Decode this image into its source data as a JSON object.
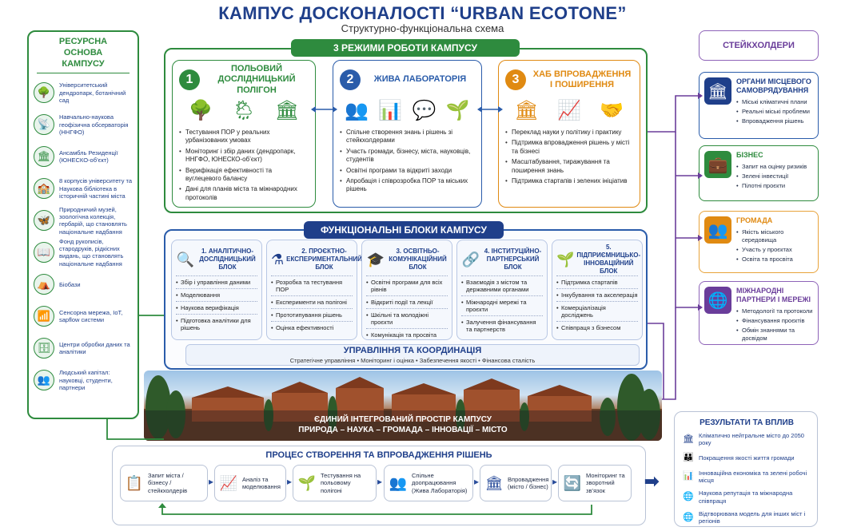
{
  "title": "КАМПУС ДОСКОНАЛОСТІ “URBAN ECOTONE”",
  "subtitle": "Структурно-функціональна схема",
  "left": {
    "title": "РЕСУРСНА ОСНОВА КАМПУСУ",
    "items": [
      {
        "icon": "tree-icon",
        "glyph": "🌳",
        "text": "Університетський дендропарк, ботанічний сад"
      },
      {
        "icon": "observatory-icon",
        "glyph": "📡",
        "text": "Навчально-наукова геофізична обсерваторія (ННГФО)"
      },
      {
        "icon": "residence-icon",
        "glyph": "🏛",
        "text": "Ансамбль Резиденції (ЮНЕСКО-об’єкт)"
      },
      {
        "icon": "library-icon",
        "glyph": "🏫",
        "text": "8 корпусів університету та Наукова бібліотека в історичній частині міста"
      },
      {
        "icon": "museum-icon",
        "glyph": "🦋",
        "text": "Природничий музей, зоологічна колекція, гербарій, що становлять національне надбання"
      },
      {
        "icon": "book-icon",
        "glyph": "📖",
        "text": "Фонд рукописів, стародруків, рідкісних видань, що становлять національне надбання"
      },
      {
        "icon": "biobase-icon",
        "glyph": "⛺",
        "text": "Біобази"
      },
      {
        "icon": "sensor-icon",
        "glyph": "📶",
        "text": "Сенсорна мережа, IoT, sapflow системи"
      },
      {
        "icon": "data-center-icon",
        "glyph": "🗄",
        "text": "Центри обробки даних та аналітики"
      },
      {
        "icon": "people-icon",
        "glyph": "👥",
        "text": "Людський капітал: науковці, студенти, партнери"
      }
    ]
  },
  "modes": {
    "header": "3 РЕЖИМИ РОБОТИ КАМПУСУ",
    "items": [
      {
        "num": "1",
        "title": "ПОЛЬОВИЙ ДОСЛІДНИЦЬКИЙ ПОЛІГОН",
        "color": "#2e8b3e",
        "icons": [
          "🌳",
          "🌦",
          "🏛"
        ],
        "bullets": [
          "Тестування ПОР у реальних урбанізованих умовах",
          "Моніторинг і збір даних (дендропарк, ННГФО, ЮНЕСКО-об’єкт)",
          "Верифікація ефективності та вуглецевого балансу",
          "Дані для планів міста та міжнародних протоколів"
        ]
      },
      {
        "num": "2",
        "title": "ЖИВА ЛАБОРАТОРІЯ",
        "color": "#2a5caa",
        "icons": [
          "👥",
          "📊",
          "💬",
          "🌱"
        ],
        "bullets": [
          "Спільне створення знань і рішень зі стейкхолдерами",
          "Участь громади, бізнесу, міста, науковців, студентів",
          "Освітні програми та відкриті заходи",
          "Апробація і співрозробка ПОР та міських рішень"
        ]
      },
      {
        "num": "3",
        "title": "ХАБ ВПРОВАДЖЕННЯ І ПОШИРЕННЯ",
        "color": "#e08a12",
        "icons": [
          "🏛",
          "📈",
          "🤝"
        ],
        "bullets": [
          "Переклад науки у політику і практику",
          "Підтримка впровадження рішень у місті та бізнесі",
          "Масштабування, тиражування та поширення знань",
          "Підтримка стартапів і зелених ініціатив"
        ]
      }
    ]
  },
  "blocks": {
    "header": "ФУНКЦІОНАЛЬНІ БЛОКИ КАМПУСУ",
    "items": [
      {
        "icon": "🔍",
        "title": "1. АНАЛІТИЧНО-ДОСЛІДНИЦЬКИЙ БЛОК",
        "items": [
          "Збір і управління даними",
          "Моделювання",
          "Наукова верифікація",
          "Підготовка аналітики для рішень"
        ]
      },
      {
        "icon": "⚗",
        "title": "2. ПРОЄКТНО-ЕКСПЕРИМЕНТАЛЬНИЙ БЛОК",
        "items": [
          "Розробка та тестування ПОР",
          "Експерименти на полігоні",
          "Прототипування рішень",
          "Оцінка ефективності"
        ]
      },
      {
        "icon": "🎓",
        "title": "3. ОСВІТНЬО-КОМУНІКАЦІЙНИЙ БЛОК",
        "items": [
          "Освітні програми для всіх рівнів",
          "Відкриті події та лекції",
          "Шкільні та молодіжні проєкти",
          "Комунікація та просвіта"
        ]
      },
      {
        "icon": "🔗",
        "title": "4. ІНСТИТУЦІЙНО-ПАРТНЕРСЬКИЙ БЛОК",
        "items": [
          "Взаємодія з містом та державними органами",
          "Міжнародні мережі та проєкти",
          "Залучення фінансування та партнерств"
        ]
      },
      {
        "icon": "🌱",
        "title": "5. ПІДПРИЄМНИЦЬКО-ІННОВАЦІЙНИЙ БЛОК",
        "items": [
          "Підтримка стартапів",
          "Інкубування та акселерація",
          "Комерціалізація досліджень",
          "Співпраця з бізнесом"
        ]
      }
    ],
    "management_title": "УПРАВЛІННЯ ТА КООРДИНАЦІЯ",
    "management_items": "Стратегічне управління  •  Моніторинг і оцінка  •  Забезпечення якості  •  Фінансова сталість"
  },
  "banner": {
    "line1": "ЄДИНИЙ ІНТЕГРОВАНИЙ ПРОСТІР КАМПУСУ",
    "line2": "ПРИРОДА – НАУКА – ГРОМАДА – ІННОВАЦІЇ – МІСТО"
  },
  "stakeholders": {
    "title": "СТЕЙКХОЛДЕРИ",
    "items": [
      {
        "title": "ОРГАНИ МІСЦЕВОГО САМОВРЯДУВАННЯ",
        "color": "#1f3f8a",
        "border": "#2a5caa",
        "glyph": "🏛",
        "items": [
          "Міські кліматичні плани",
          "Реальні міські проблеми",
          "Впровадження рішень"
        ]
      },
      {
        "title": "БІЗНЕС",
        "color": "#2e8b3e",
        "border": "#2e8b3e",
        "glyph": "💼",
        "items": [
          "Запит на оцінку ризиків",
          "Зелені інвестиції",
          "Пілотні проєкти"
        ]
      },
      {
        "title": "ГРОМАДА",
        "color": "#e08a12",
        "border": "#e8a33a",
        "glyph": "👥",
        "items": [
          "Якість міського середовища",
          "Участь у проєктах",
          "Освіта та просвіта"
        ]
      },
      {
        "title": "МІЖНАРОДНІ ПАРТНЕРИ І МЕРЕЖІ",
        "color": "#6a3d9a",
        "border": "#8e63b8",
        "glyph": "🌐",
        "items": [
          "Методології та протоколи",
          "Фінансування проєктів",
          "Обмін знаннями та досвідом"
        ]
      }
    ]
  },
  "process": {
    "title": "ПРОЦЕС СТВОРЕННЯ ТА ВПРОВАДЖЕННЯ РІШЕНЬ",
    "steps": [
      {
        "glyph": "📋",
        "text": "Запит міста / бізнесу / стейкхолдерів"
      },
      {
        "glyph": "📈",
        "text": "Аналіз та моделювання"
      },
      {
        "glyph": "🌱",
        "text": "Тестування на польовому полігоні"
      },
      {
        "glyph": "👥",
        "text": "Спільне доопрацювання (Жива Лабораторія)"
      },
      {
        "glyph": "🏛",
        "text": "Впровадження (місто / бізнес)"
      },
      {
        "glyph": "🔄",
        "text": "Моніторинг та зворотний зв’язок"
      }
    ]
  },
  "results": {
    "title": "РЕЗУЛЬТАТИ ТА ВПЛИВ",
    "items": [
      {
        "glyph": "🏛",
        "text": "Кліматично нейтральне місто до 2050 року"
      },
      {
        "glyph": "👪",
        "text": "Покращення якості життя громади"
      },
      {
        "glyph": "📊",
        "text": "Інноваційна економіка та зелені робочі місця"
      },
      {
        "glyph": "🌐",
        "text": "Наукова репутація та міжнародна співпраця"
      },
      {
        "glyph": "🌐",
        "text": "Відтворювана модель для інших міст і регіонів"
      }
    ]
  }
}
